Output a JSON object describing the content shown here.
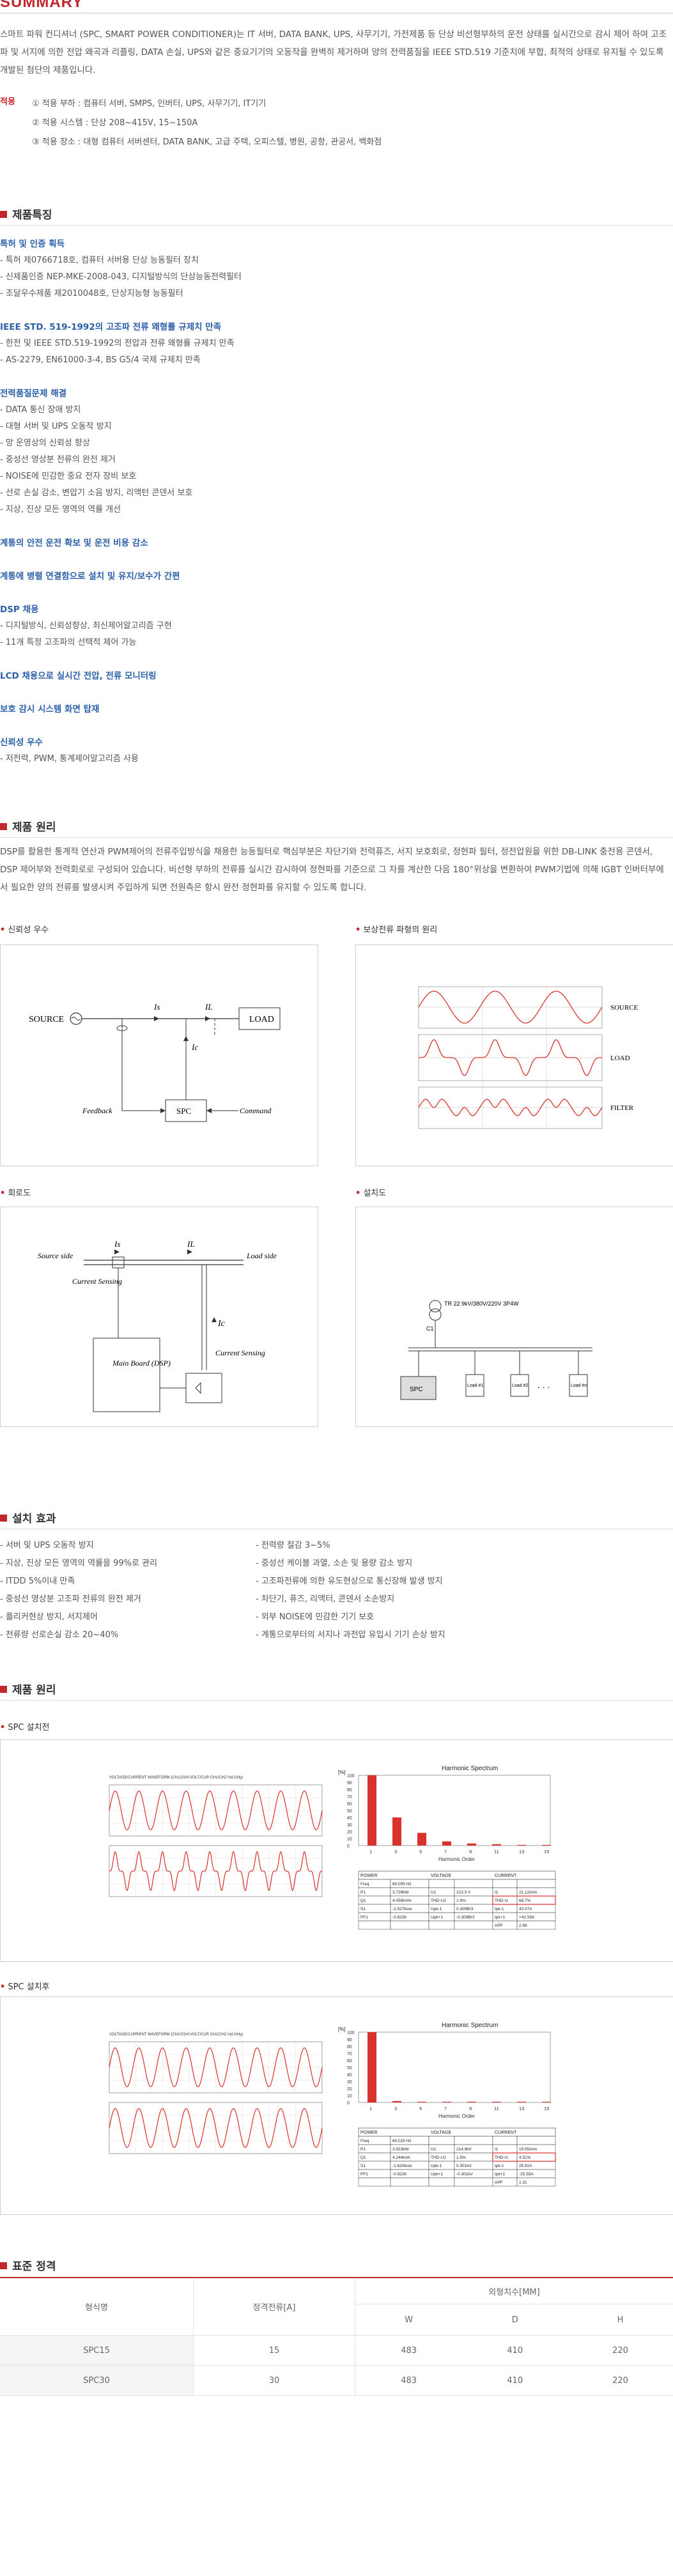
{
  "summary": {
    "title": "SUMMARY",
    "intro": "스마트 파워 컨디셔너 (SPC, SMART POWER CONDITIONER)는 IT 서버, DATA BANK, UPS, 사무기기, 가전제품 등 단상 비선형부하의 운전 상태를 실시간으로 감시 제어 하여 고조파 및 서지에 의한 전압 왜곡과 리플링, DATA 손실, UPS와 같은 중요기기의 오동작을 완벽히 제거하며 양의 전력품질을 IEEE STD.519 기준치에 부합, 최적의 상태로 유지될 수 있도록 개발된 첨단의 제품입니다.",
    "apply_label": "적용",
    "apply_items": [
      "① 적용 부하 : 컴퓨터 서버, SMPS, 인버터, UPS, 사무기기, IT기기",
      "② 적용 시스템 : 단상 208~415V, 15~150A",
      "③ 적용 장소 : 대형 컴퓨터 서버센터, DATA BANK, 고급 주택, 오피스텔, 병원, 공항,    관공서, 백화점"
    ]
  },
  "features": {
    "title": "제품특징",
    "groups": [
      {
        "heading": "특허 및 인증 획득",
        "items": [
          "- 특허 제0766718호, 컴퓨터 서버용 단상 능동필터 장치",
          "- 신제품인증 NEP-MKE-2008-043, 디지털방식의 단상능동전력필터",
          "- 조달우수제품 제2010048호, 단상지능형 능동필터"
        ]
      },
      {
        "heading": "IEEE STD. 519-1992의 고조파 전류 왜형률 규제치 만족",
        "items": [
          "- 한전 및 IEEE STD.519-1992의 전압과 전류 왜형률 규제치 만족",
          "- AS-2279, EN61000-3-4, BS G5/4 국제 규제치 만족"
        ]
      },
      {
        "heading": "전력품질문제 해결",
        "items": [
          "- DATA 통신 장애 방지",
          "- 대형 서버 및 UPS 오동작 방지",
          "- 망 운영상의 신뢰성 향상",
          "- 중성선 영상분 전류의 완전 제거",
          "- NOISE에 민감한 중요 전자 장비 보호",
          "- 선로 손실 감소, 변압기 소음 방지, 리액턴 콘덴서 보호",
          "- 지상, 진상 모든 영역의 역률 개선"
        ]
      },
      {
        "heading": "계통의 안전 운전 확보 및 운전 비용 감소",
        "items": []
      },
      {
        "heading": "계통에 병렬 연결함으로 설치 및 유지/보수가 간편",
        "items": []
      },
      {
        "heading": "DSP 채용",
        "items": [
          "- 디지털방식, 신뢰성향상, 최신제어알고리즘 구현",
          "- 11개 특정 고조파의 선택적 제어 가능"
        ]
      },
      {
        "heading": "LCD 채용으로 실시간 전압, 전류 모니터링",
        "items": []
      },
      {
        "heading": "보호 감시 시스템 화면 탑재",
        "items": []
      },
      {
        "heading": "신뢰성 우수",
        "items": [
          "- 저전력, PWM, 통계제어알고리즘 사용"
        ]
      }
    ]
  },
  "principle": {
    "title": "제품 원리",
    "para": "DSP를 활용한 통계적 연산과 PWM제어의 전류주입방식을 채용한 능동필터로 핵심부분은 차단기와 전력퓨즈, 서지 보호회로, 정현파 필터, 정전압원을 위한 DB-LINK 충전용 콘덴서, DSP 제어부와 전력회로로 구성되어 있습니다. 비선형 부하의 전류를 실시간 감시하여 정현파를 기준으로 그 차를 계산한 다음 180°위상을 변환하여 PWM기법에 의해 IGBT 인버터부에서 필요한 양의 전류를 발생시켜 주입하게 되면 전원측은 항시 완전 정현파를 유지할 수 있도록 합니다.",
    "cap_reliability": "신뢰성 우수",
    "cap_waveform": "보상전류 파형의 원리",
    "cap_circuit": "회로도",
    "cap_install": "설치도",
    "diag1": {
      "source": "SOURCE",
      "load": "LOAD",
      "spc": "SPC",
      "feedback": "Feedback",
      "command": "Command",
      "is": "Is",
      "il": "IL",
      "ic": "Ic"
    },
    "diag2": {
      "source": "SOURCE",
      "load": "LOAD",
      "filter": "FILTER"
    },
    "diag3": {
      "source": "Source side",
      "load": "Load side",
      "sensing1": "Current Sensing",
      "sensing2": "Current Sensing",
      "board": "Main Board (DSP)",
      "is": "Is",
      "il": "IL",
      "ic": "Ic"
    },
    "diag4": {
      "tr": "TR 22.9kV/380V/220V 3P4W",
      "c1": "C1",
      "spc": "SPC",
      "l1": "Load #1",
      "l2": "Load #2",
      "ln": "Load #n",
      "dots": ". . ."
    }
  },
  "effects": {
    "title": "설치 효과",
    "left": [
      "- 서버 및 UPS 오동작 방지",
      "- 지상, 진상 모든 영역의 역률을 99%로 관리",
      "- ITDD 5%이내 만족",
      "- 중성선 영상분 고조파 전류의 완전 제거",
      "- 플리커현상 방지, 서지제어",
      "- 전류량 선로손실 감소 20~40%"
    ],
    "right": [
      "- 전력량 절감 3~5%",
      "- 중성선 케이블 과열, 소손 및 용량 감소 방지",
      "- 고조파전류에 의한 유도현상으로 통신장해 발생 방지",
      "- 차단기, 퓨즈, 리액터, 콘덴서 소손방지",
      "- 외부 NOISE에 민감한 기기 보호",
      "- 계통으로부터의 서지나 과전압 유입시 기기 손상 방지"
    ]
  },
  "principle2": {
    "title": "제품 원리",
    "cap_before": "SPC 설치전",
    "cap_after": "SPC 설치후",
    "spectrum_title": "Harmonic Spectrum",
    "harmonic_order": "Harmonic Order",
    "ticks_x": [
      "1",
      "3",
      "5",
      "7",
      "9",
      "11",
      "13",
      "15"
    ],
    "ticks_y": [
      "100",
      "90",
      "80",
      "70",
      "60",
      "50",
      "40",
      "30",
      "20",
      "10",
      "0"
    ],
    "y_unit": "[%]",
    "wave_label_before": "VOLTAGE/CURRENT WAVEFORM (Ch1/2/3/4:VOLT/CUR CH1/CH2 Ind.Only)",
    "wave_label_after": "VOLTAGE/CURRENT WAVEFORM (Ch1/2/3/4:VOLT/CUR CH1/CH2 Ind.Only)",
    "table_heads": [
      "POWER",
      "VOLTAGE",
      "CURRENT"
    ],
    "before_rows": [
      [
        "Freq",
        "60.005 Hz",
        "",
        "",
        "",
        ""
      ],
      [
        "P1",
        "3.729kW",
        "U1",
        "213.3 V",
        "I1",
        "21.12Arm"
      ],
      [
        "Q1",
        "4.059kVAr",
        "THD-U1",
        "1.9%",
        "THD-I1",
        "68.7%"
      ],
      [
        "S1",
        "-2.027kvar",
        "Upk-1",
        "0.309Br3",
        "Ipk-1",
        "42.07A"
      ],
      [
        "PF1",
        "-0.8226",
        "Upk+1",
        "-0.309Br3",
        "Ipk+1",
        "+42.59A"
      ],
      [
        "",
        "",
        "",
        "",
        "APF",
        "2.99"
      ]
    ],
    "after_rows": [
      [
        "Freq",
        "60.025 Hz",
        "",
        "",
        "",
        ""
      ],
      [
        "P1",
        "3.923kW",
        "U1",
        "214.9kV",
        "I1",
        "19.55Arm"
      ],
      [
        "Q1",
        "4.244kVA",
        "THD-U1",
        "1.5%",
        "THD-I1",
        "4.51%"
      ],
      [
        "S1",
        "-1.620kvar",
        "Upk-1",
        "0.301kV",
        "Ipk-1",
        "25.92A"
      ],
      [
        "PF1",
        "-0.9226",
        "Upk+1",
        "-0.301kV",
        "Ipk+1",
        "-25.55A"
      ],
      [
        "",
        "",
        "",
        "",
        "APF",
        "1.31"
      ]
    ],
    "spectrum_before": [
      100,
      40,
      18,
      6,
      3,
      2,
      1,
      1
    ],
    "spectrum_after": [
      100,
      2,
      1,
      1,
      1,
      1,
      1,
      1
    ]
  },
  "spec": {
    "title": "표준 정격",
    "head_model": "형식명",
    "head_current": "정격전류[A]",
    "head_dims": "외형치수[MM]",
    "head_w": "W",
    "head_d": "D",
    "head_h": "H",
    "rows": [
      {
        "model": "SPC15",
        "current": "15",
        "w": "483",
        "d": "410",
        "h": "220"
      },
      {
        "model": "SPC30",
        "current": "30",
        "w": "483",
        "d": "410",
        "h": "220"
      }
    ]
  },
  "colors": {
    "accent": "#c1272d",
    "blue": "#2b5fa8",
    "wave": "#d9312b"
  }
}
